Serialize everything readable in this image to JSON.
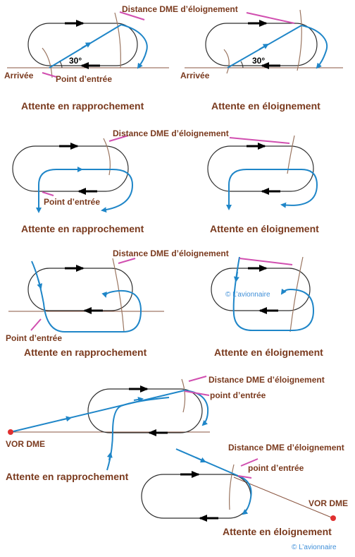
{
  "colors": {
    "track": "#2e2e2e",
    "path": "#1f86c8",
    "dme_marker": "#d14fb0",
    "arc": "#9a7560",
    "radial": "#8a5540",
    "text": "#7a3a1e",
    "station": "#e03030",
    "watermark": "#3f8fd8"
  },
  "labels": {
    "dme_distance": "Distance DME d’éloignement",
    "entry_point": "Point d’entrée",
    "entry_point_lower": "point d’entrée",
    "arrival": "Arrivée",
    "angle": "30°",
    "vor_dme": "VOR DME",
    "watermark": "© L’avionnaire"
  },
  "captions": {
    "inbound": "Attente en rapprochement",
    "outbound": "Attente en  éloignement"
  }
}
